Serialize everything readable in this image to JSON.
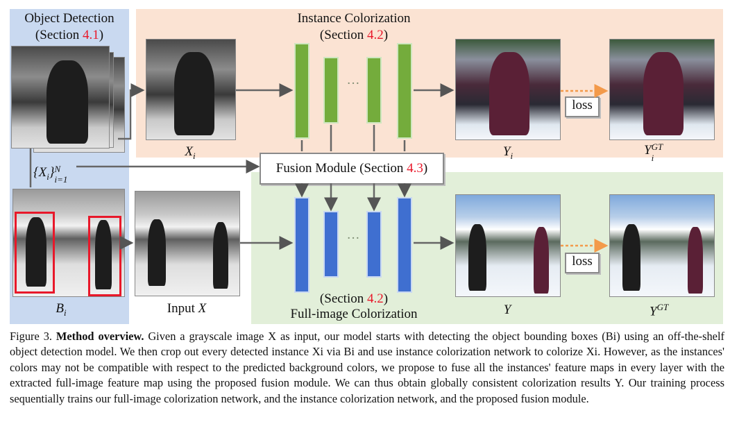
{
  "regions": {
    "object_detection": {
      "title": "Object Detection",
      "section_prefix": "(Section ",
      "section_ref": "4.1",
      "section_suffix": ")"
    },
    "instance_colorization": {
      "title": "Instance Colorization",
      "section_prefix": "(Section ",
      "section_ref": "4.2",
      "section_suffix": ")"
    },
    "full_image_colorization": {
      "title": "Full-image Colorization",
      "section_prefix": "(Section ",
      "section_ref": "4.2",
      "section_suffix": ")"
    }
  },
  "fusion_module": {
    "label": "Fusion Module (Section ",
    "ref": "4.3",
    "suffix": ")"
  },
  "labels": {
    "xi": "X",
    "xi_sub": "i",
    "set_open": "{X",
    "set_sub": "i",
    "set_close": "}",
    "set_sup": "N",
    "set_sub2": "i=1",
    "bi": "B",
    "bi_sub": "i",
    "input_prefix": "Input ",
    "input_var": "X",
    "yi": "Y",
    "yi_sub": "i",
    "yigt": "Y",
    "yigt_sup": "GT",
    "yigt_sub": "i",
    "y": "Y",
    "ygt": "Y",
    "ygt_sup": "GT",
    "dots": "···"
  },
  "loss": {
    "top": "loss",
    "bottom": "loss"
  },
  "caption": {
    "prefix": "Figure 3. ",
    "bold": "Method overview.",
    "text": " Given a grayscale image X as input, our model starts with detecting the object bounding boxes (Bi) using an off-the-shelf object detection model. We then crop out every detected instance Xi via Bi and use instance colorization network to colorize Xi. However, as the instances' colors may not be compatible with respect to the predicted background colors, we propose to fuse all the instances' feature maps in every layer with the extracted full-image feature map using the proposed fusion module. We can thus obtain globally consistent colorization results Y. Our training process sequentially trains our full-image colorization network, and the instance colorization network, and the proposed fusion module."
  },
  "colors": {
    "object_bg": "#c9d9f0",
    "instance_bg": "#fbe3d3",
    "full_bg": "#e2efd9",
    "green_layer": "#74ac3c",
    "blue_layer": "#3f6fd0",
    "bbox": "#e8182a",
    "section_ref": "#e8182a"
  }
}
